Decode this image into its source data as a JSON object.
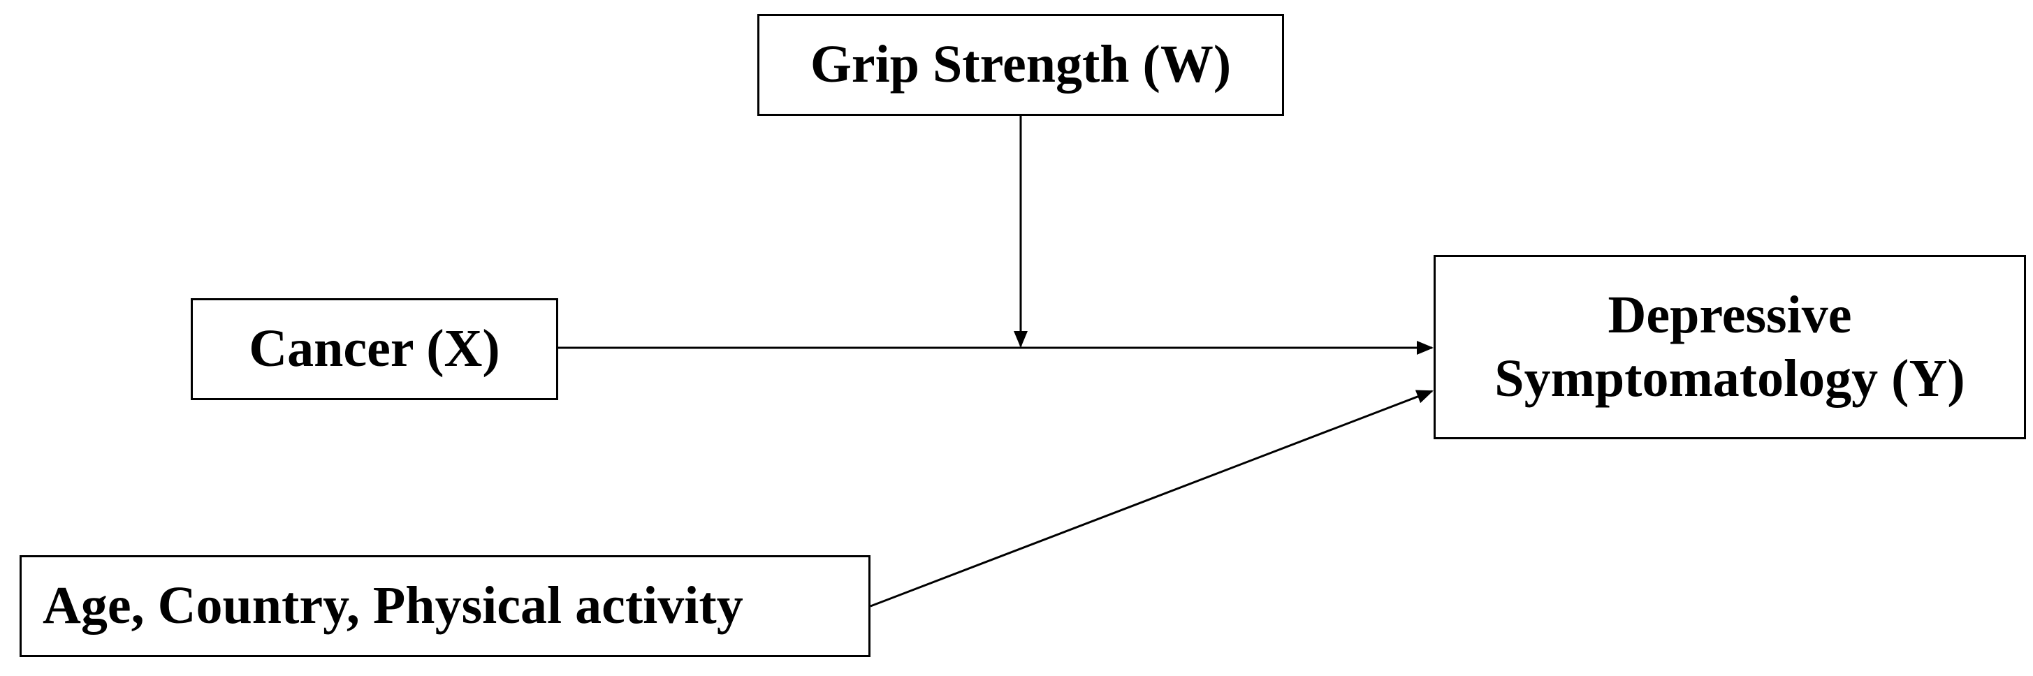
{
  "diagram": {
    "nodes": {
      "moderator": {
        "label": "Grip Strength (W)"
      },
      "predictor": {
        "label": "Cancer (X)"
      },
      "outcome": {
        "label_lines": [
          "Depressive",
          "Symptomatology (Y)"
        ]
      },
      "covariates": {
        "label": "Age, Country, Physical activity"
      }
    },
    "edges": [
      {
        "from": "predictor",
        "to": "outcome"
      },
      {
        "from": "moderator",
        "to": "predictor-outcome-path"
      },
      {
        "from": "covariates",
        "to": "outcome"
      }
    ],
    "colors": {
      "line": "#000000",
      "box_border": "#000000",
      "background": "#ffffff",
      "text": "#000000"
    }
  }
}
